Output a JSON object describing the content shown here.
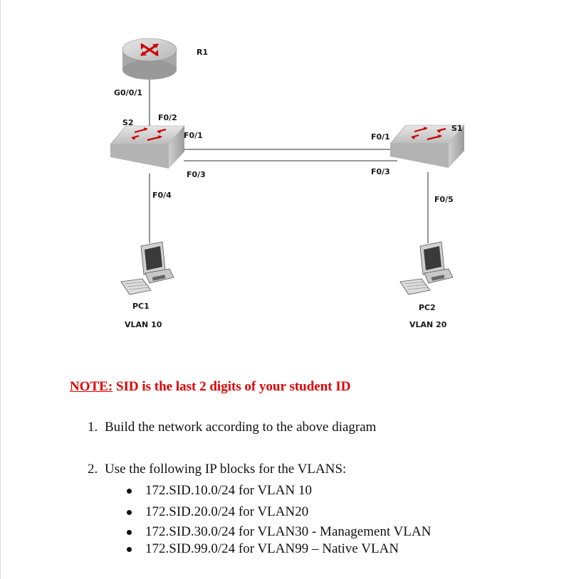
{
  "diagram": {
    "devices": {
      "r1": {
        "label": "R1",
        "icon": "router-icon"
      },
      "s2": {
        "label": "S2",
        "icon": "switch-icon"
      },
      "s1": {
        "label": "S1",
        "icon": "switch-icon"
      },
      "pc1": {
        "label": "PC1",
        "vlan": "VLAN 10",
        "icon": "pc-icon"
      },
      "pc2": {
        "label": "PC2",
        "vlan": "VLAN 20",
        "icon": "pc-icon"
      }
    },
    "ports": {
      "r1_g001": "G0/0/1",
      "s2_f02": "F0/2",
      "s2_f01": "F0/1",
      "s2_f03": "F0/3",
      "s2_f04": "F0/4",
      "s1_f01": "F0/1",
      "s1_f03": "F0/3",
      "s1_f05": "F0/5"
    },
    "colors": {
      "line": "#5a5a5a",
      "device_top": "#cfcfcf",
      "device_side": "#a8a8a8",
      "arrow": "#d40000"
    }
  },
  "note": {
    "prefix": "NOTE:",
    "text": " SID is the last 2 digits of your student ID",
    "color": "#e00000"
  },
  "steps": [
    {
      "num": "1.",
      "text": "Build the network according to the above diagram"
    },
    {
      "num": "2.",
      "text": "Use the following IP blocks for the VLANS:"
    }
  ],
  "ip_blocks": [
    "172.SID.10.0/24 for VLAN 10",
    "172.SID.20.0/24 for VLAN20",
    "172.SID.30.0/24 for VLAN30 - Management VLAN",
    "172.SID.99.0/24 for VLAN99 – Native VLAN"
  ]
}
